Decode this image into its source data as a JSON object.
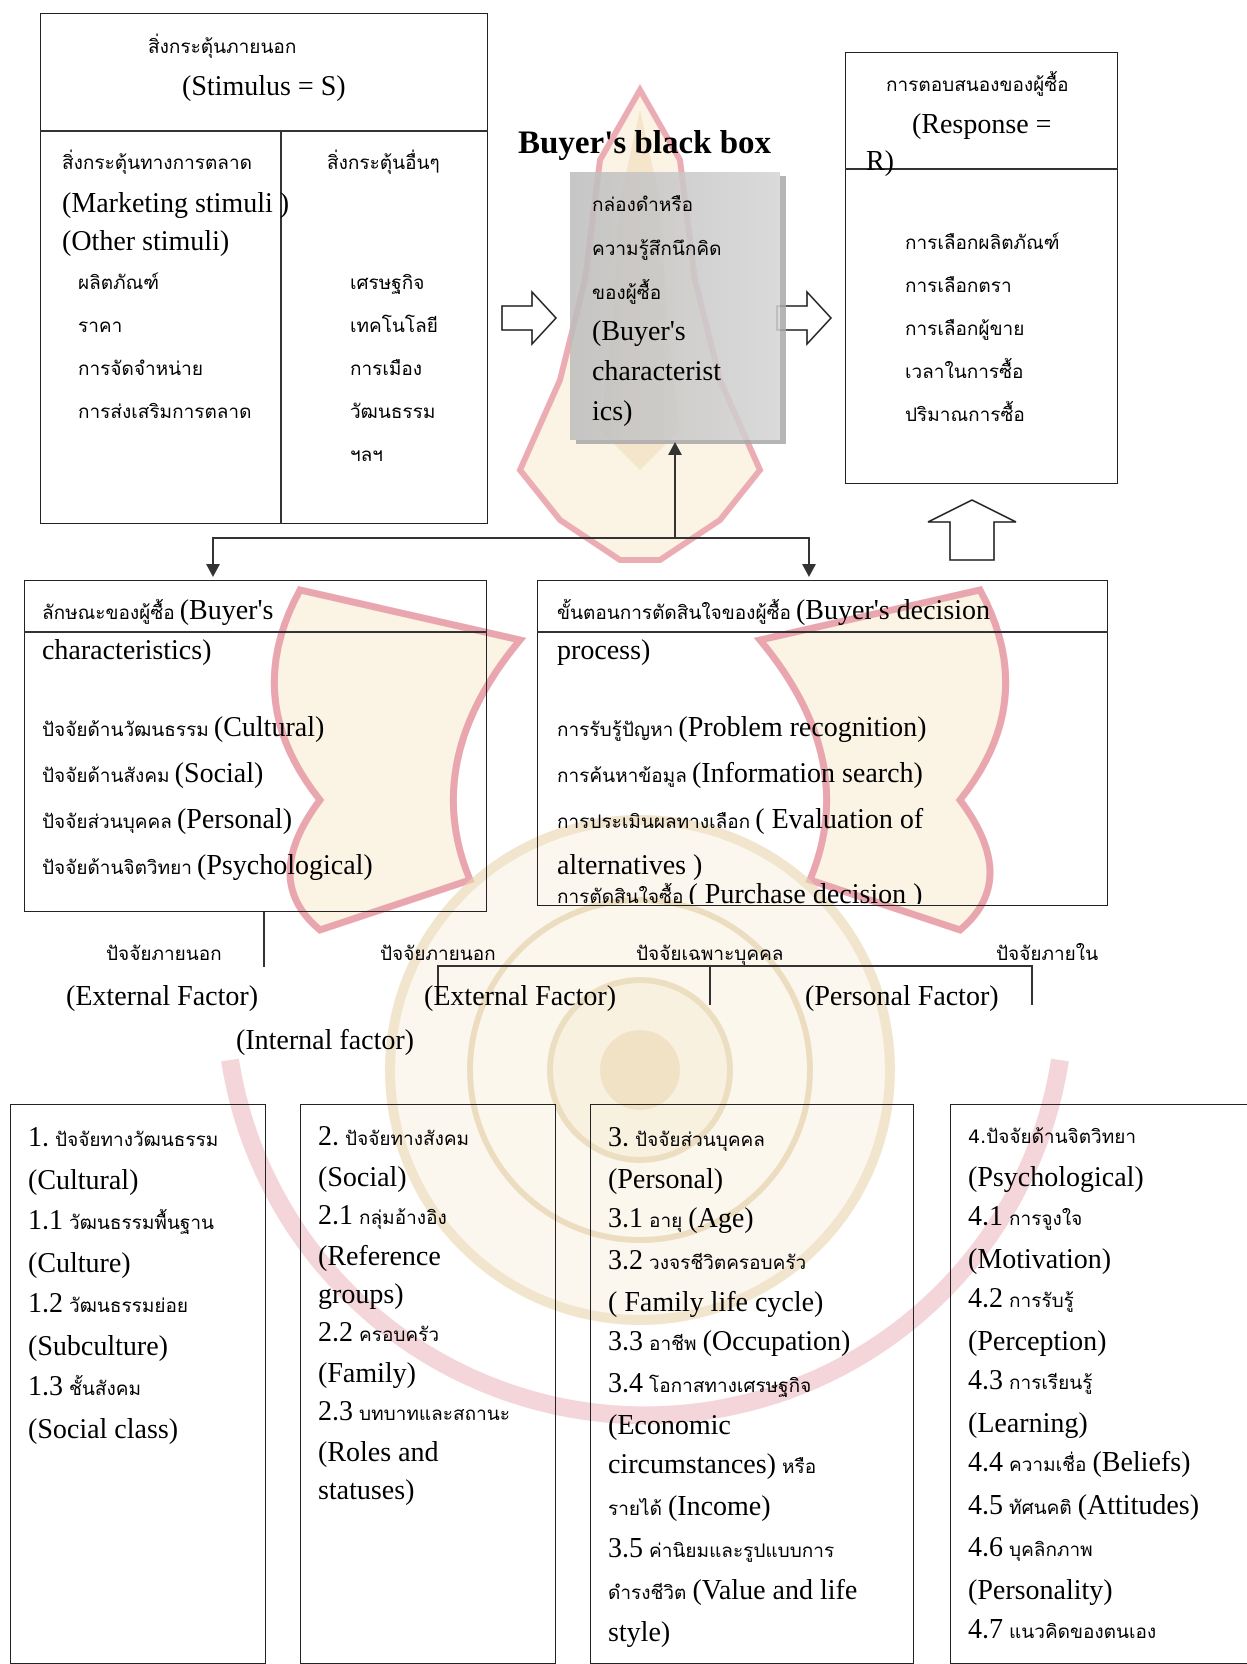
{
  "stimulus": {
    "title_th": "สิ่งกระตุ้นภายนอก",
    "title_en": "(Stimulus = S)",
    "marketing_th": "สิ่งกระตุ้นทางการตลาด",
    "other_th": "สิ่งกระตุ้นอื่นๆ",
    "marketing_en": "(Marketing stimuli )",
    "other_en": "(Other stimuli)",
    "marketing_items": [
      "ผลิตภัณฑ์",
      "ราคา",
      "การจัดจำหน่าย",
      "การส่งเสริมการตลาด"
    ],
    "other_items": [
      "เศรษฐกิจ",
      "เทคโนโลยี",
      "การเมือง",
      "วัฒนธรรม",
      "ฯลฯ"
    ]
  },
  "black_box": {
    "heading": "Buyer's black  box",
    "lines_th": [
      "กล่องดำหรือ",
      "ความรู้สึกนึกคิด",
      "ของผู้ซื้อ"
    ],
    "lines_en": [
      "(Buyer's",
      "characterist",
      "ics)"
    ]
  },
  "response": {
    "title_th": "การตอบสนองของผู้ซื้อ",
    "title_en_1": "(Response =",
    "title_en_2": "R)",
    "items": [
      "การเลือกผลิตภัณฑ์",
      "การเลือกตรา",
      "การเลือกผู้ขาย",
      "เวลาในการซื้อ",
      "ปริมาณการซื้อ"
    ]
  },
  "characteristics": {
    "title_th": "ลักษณะของผู้ซื้อ",
    "title_en_1": "(Buyer's",
    "title_en_2": "characteristics)",
    "items": [
      {
        "th": "ปัจจัยด้านวัฒนธรรม",
        "en": "(Cultural)"
      },
      {
        "th": "ปัจจัยด้านสังคม",
        "en": "(Social)"
      },
      {
        "th": "ปัจจัยส่วนบุคคล",
        "en": "(Personal)"
      },
      {
        "th": "ปัจจัยด้านจิตวิทยา",
        "en": "(Psychological)"
      }
    ]
  },
  "decision": {
    "title_th": "ขั้นตอนการตัดสินใจของผู้ซื้อ",
    "title_en_1": "(Buyer's decision",
    "title_en_2": "process)",
    "items": [
      {
        "th": "การรับรู้ปัญหา",
        "en": "(Problem  recognition)"
      },
      {
        "th": "การค้นหาข้อมูล",
        "en": "(Information  search)"
      },
      {
        "th": "การประเมินผลทางเลือก",
        "en": "( Evaluation of"
      }
    ],
    "item_cont": "alternatives )",
    "last_th": "การตัดสินใจซื้อ",
    "last_en": "( Purchase  decision )"
  },
  "factors": {
    "labels_th": [
      "ปัจจัยภายนอก",
      "ปัจจัยภายนอก",
      "ปัจจัยเฉพาะบุคคล",
      "ปัจจัยภายใน"
    ],
    "labels_en": [
      "(External  Factor)",
      "(External  Factor)",
      "(Personal Factor)",
      "(Internal  factor)"
    ]
  },
  "columns": {
    "cultural": {
      "head_num": "1.",
      "head_th": " ปัจจัยทางวัฒนธรรม",
      "head_en": "(Cultural)",
      "rows": [
        {
          "num": "1.1",
          "th": " วัฒนธรรมพื้นฐาน",
          "en": "(Culture)"
        },
        {
          "num": "1.2",
          "th": " วัฒนธรรมย่อย",
          "en": "(Subculture)"
        },
        {
          "num": "1.3",
          "th": " ชั้นสังคม",
          "en": "(Social class)"
        }
      ]
    },
    "social": {
      "head_num": "2.",
      "head_th": " ปัจจัยทางสังคม",
      "head_en": "(Social)",
      "rows": [
        {
          "num": " 2.1",
          "th": " กลุ่มอ้างอิง",
          "en": "(Reference",
          "en2": "groups)"
        },
        {
          "num": "2.2",
          "th": " ครอบครัว",
          "en": "(Family)"
        },
        {
          "num": "2.3",
          "th": " บทบาทและสถานะ",
          "en": "(Roles   and",
          "en2": "statuses)"
        }
      ]
    },
    "personal": {
      "head_num": "3.",
      "head_th": " ปัจจัยส่วนบุคคล",
      "head_en": "(Personal)",
      "r1_num": "3.1",
      "r1_th": " อายุ ",
      "r1_en": "(Age)",
      "r2_num": "3.2",
      "r2_th": " วงจรชีวิตครอบครัว",
      "r2_en": "( Family life  cycle)",
      "r3_num": "3.3",
      "r3_th": " อาชีพ ",
      "r3_en": "(Occupation)",
      "r4_num": "3.4",
      "r4_th": " โอกาสทางเศรษฐกิจ",
      "r4_en1": "(Economic",
      "r4_en2": "circumstances)",
      "r4_th2": " หรือ",
      "r4_th3": "รายได้ ",
      "r4_en3": "(Income)",
      "r5_num": "3.5",
      "r5_th": " ค่านิยมและรูปแบบการ",
      "r5_th2": "ดำรงชีวิต ",
      "r5_en": "(Value and life",
      "r5_en2": "style)"
    },
    "psych": {
      "head_th": "4.ปัจจัยด้านจิตวิทยา",
      "head_en": "(Psychological)",
      "rows": [
        {
          "num": "4.1",
          "th": " การจูงใจ",
          "en": "(Motivation)"
        },
        {
          "num": "4.2",
          "th": " การรับรู้",
          "en": "(Perception)"
        },
        {
          "num": "4.3",
          "th": " การเรียนรู้",
          "en": "(Learning)"
        }
      ],
      "r44_num": "4.4",
      "r44_th": " ความเชื่อ ",
      "r44_en": "(Beliefs)",
      "r45_num": "4.5",
      "r45_th": " ทัศนคติ ",
      "r45_en": "(Attitudes)",
      "r46_num": "4.6",
      "r46_th": " บุคลิกภาพ",
      "r46_en": "(Personality)",
      "r47_num": "4.7",
      "r47_th": " แนวคิดของตนเอง"
    }
  },
  "colors": {
    "watermark_gold": "#d9b16a",
    "watermark_red": "#c9283a",
    "box_gray": "#c8c8c8"
  }
}
